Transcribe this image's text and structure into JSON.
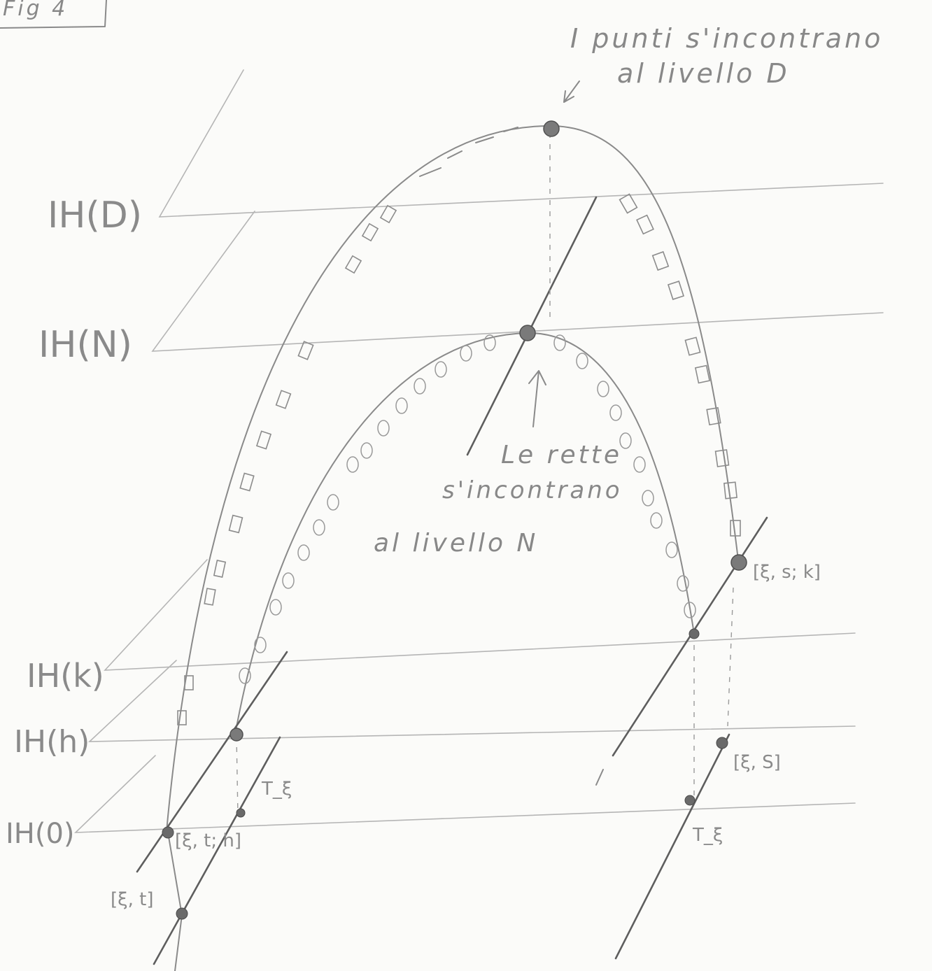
{
  "figure": {
    "fig_label": "Fig 4",
    "annotation_top_line1": "I punti s'incontrano",
    "annotation_top_line2": "al livello D",
    "annotation_mid_line1": "Le rette",
    "annotation_mid_line2": "s'incontrano",
    "annotation_mid_line3": "al livello N",
    "planes": [
      {
        "name": "H(D)",
        "label": "IH(D)"
      },
      {
        "name": "H(N)",
        "label": "IH(N)"
      },
      {
        "name": "H(k)",
        "label": "IH(k)"
      },
      {
        "name": "H(h)",
        "label": "IH(h)"
      },
      {
        "name": "H(0)",
        "label": "IH(0)"
      }
    ],
    "points": {
      "xi_s_k": "[ξ, s; k]",
      "xi_s": "[ξ, S]",
      "xi_t_h": "[ξ, t; h]",
      "xi_t": "[ξ, t]",
      "T_xi_left": "T_ξ",
      "T_xi_right": "T_ξ"
    }
  }
}
